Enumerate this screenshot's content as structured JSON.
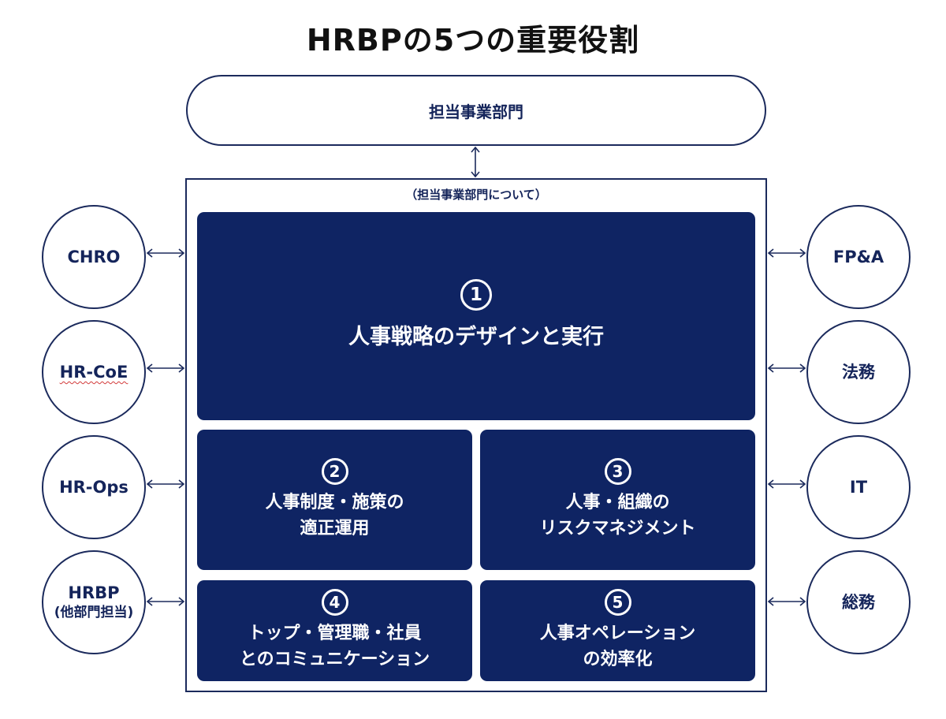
{
  "title": "HRBPの5つの重要役割",
  "dept": "担当事業部門",
  "frame_caption": "（担当事業部門について）",
  "roles": [
    {
      "num": "1",
      "lines": [
        "人事戦略のデザインと実行"
      ]
    },
    {
      "num": "2",
      "lines": [
        "人事制度・施策の",
        "適正運用"
      ]
    },
    {
      "num": "3",
      "lines": [
        "人事・組織の",
        "リスクマネジメント"
      ]
    },
    {
      "num": "4",
      "lines": [
        "トップ・管理職・社員",
        "とのコミュニケーション"
      ]
    },
    {
      "num": "5",
      "lines": [
        "人事オペレーション",
        "の効率化"
      ]
    }
  ],
  "left_partners": [
    {
      "line1": "CHRO"
    },
    {
      "line1": "HR-CoE"
    },
    {
      "line1": "HR-Ops"
    },
    {
      "line1": "HRBP",
      "line2": "(他部門担当)"
    }
  ],
  "right_partners": [
    {
      "line1": "FP&A"
    },
    {
      "line1": "法務"
    },
    {
      "line1": "IT"
    },
    {
      "line1": "総務"
    }
  ],
  "colors": {
    "navy": "#0f2463",
    "outline": "#1b2a5c",
    "text": "#14245a"
  },
  "icons": [
    "double-arrow-icon"
  ]
}
